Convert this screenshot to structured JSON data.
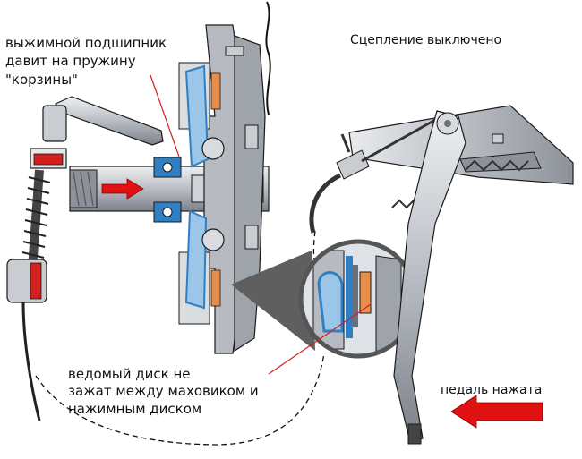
{
  "annotations": {
    "bearing": [
      "выжимной подшипник",
      "давит на пружину",
      "\"корзины\""
    ],
    "status": "Сцепление выключено",
    "disc": [
      "ведомый диск не",
      "зажат между маховиком и",
      "нажимным диском"
    ],
    "pedal": "педаль нажата"
  },
  "colors": {
    "metal_light": "#d7d9dc",
    "metal_mid": "#a9adb3",
    "metal_dark": "#6b7078",
    "outline": "#1a1a1a",
    "blue": "#2f7fc4",
    "blue_light": "#9cc6e8",
    "orange": "#e88d4a",
    "red": "#d41f1f",
    "arrow_red": "#e01212"
  },
  "icons": [
    "force-arrow-icon",
    "pedal-direction-arrow-icon"
  ]
}
